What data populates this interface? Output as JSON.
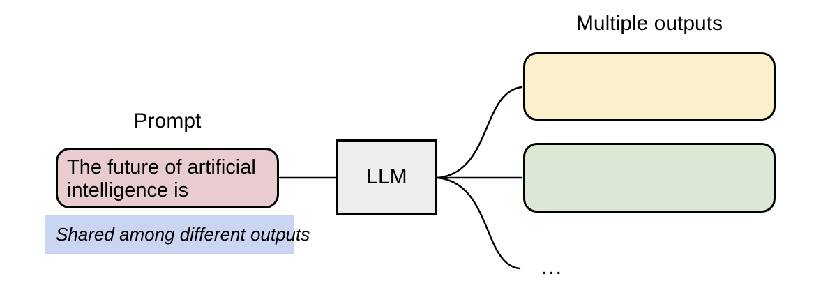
{
  "colors": {
    "stroke": "#000000",
    "prompt_fill": "#E8CCCF",
    "llm_fill": "#EDEDED",
    "output_top_fill": "#FAF0CB",
    "output_middle_fill": "#DCE8D3",
    "caption_highlight": "#CAD5F1"
  },
  "prompt": {
    "title": "Prompt",
    "line1": "The future of artificial",
    "line2": "intelligence is",
    "caption": "Shared among different outputs"
  },
  "llm": {
    "label": "LLM"
  },
  "outputs": {
    "title": "Multiple outputs",
    "ellipsis": "..."
  }
}
